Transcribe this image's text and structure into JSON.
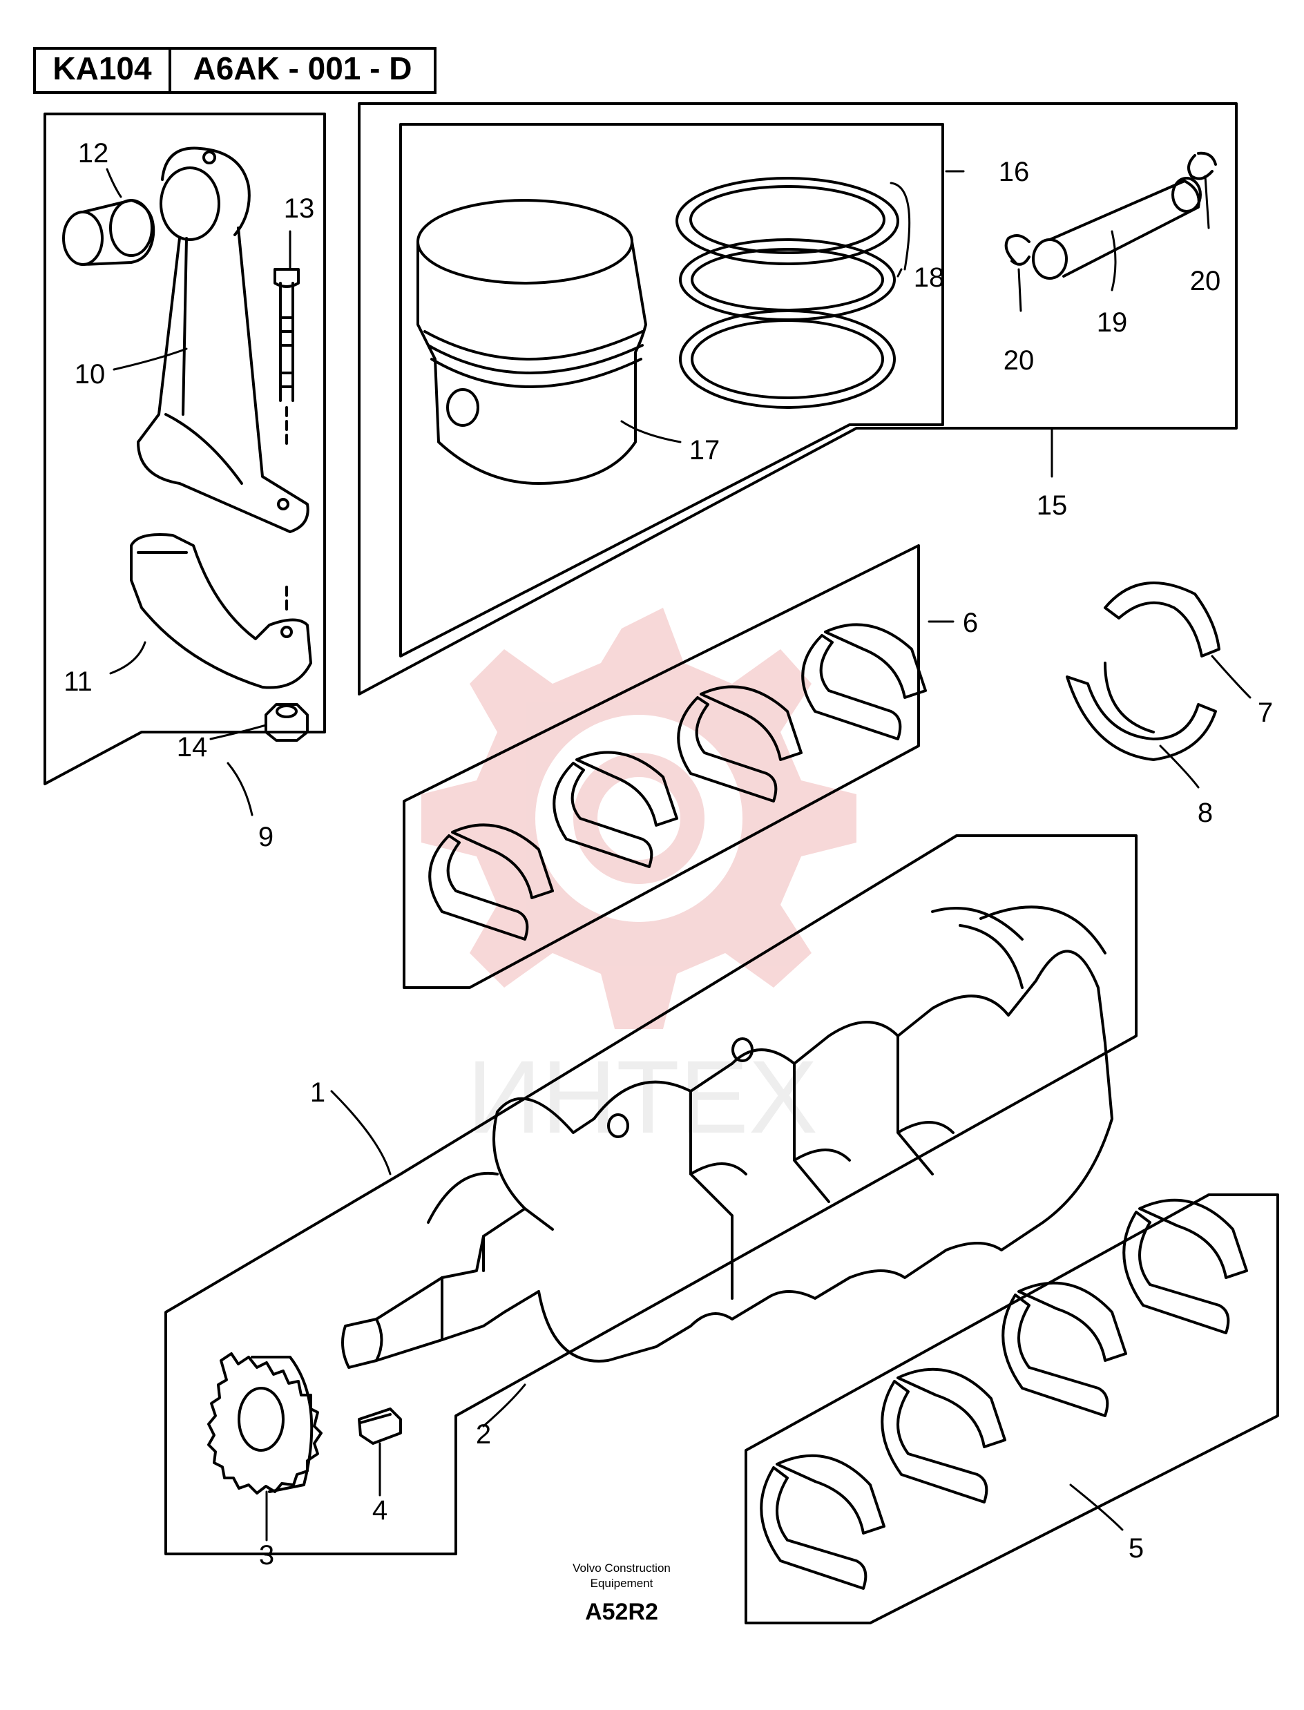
{
  "header": {
    "catalog_code": "KA104",
    "drawing_code": "A6AK - 001 - D"
  },
  "footer": {
    "company_line1": "Volvo Construction",
    "company_line2": "Equipement",
    "drawing_id": "A52R2"
  },
  "watermark": {
    "text": "ИНТЕХ",
    "color": "#f2c5c5"
  },
  "callouts": [
    "1",
    "2",
    "3",
    "4",
    "5",
    "6",
    "7",
    "8",
    "9",
    "10",
    "11",
    "12",
    "13",
    "14",
    "15",
    "16",
    "17",
    "18",
    "19",
    "20",
    "20"
  ],
  "icons": [
    "crankshaft-icon",
    "timing-gear-icon",
    "key-icon",
    "main-bearing-shells-icon",
    "big-end-bearing-shells-icon",
    "thrust-washer-icon",
    "connecting-rod-icon",
    "piston-icon",
    "piston-rings-icon",
    "piston-pin-icon",
    "circlip-icon"
  ]
}
